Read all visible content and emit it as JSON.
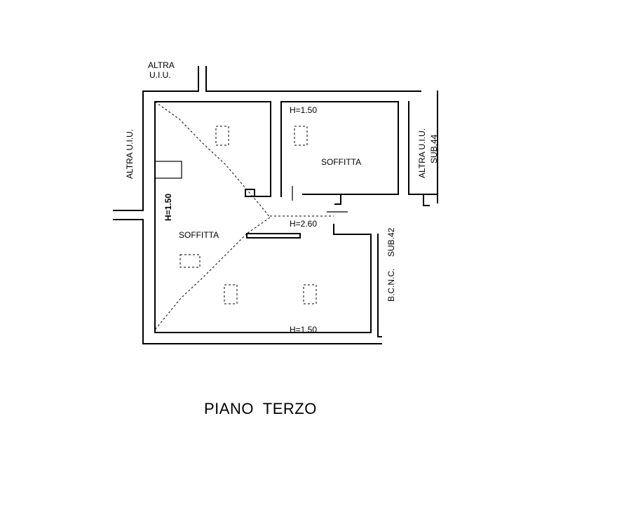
{
  "labels": {
    "altra_top_line1": "ALTRA",
    "altra_top_line2": "U.I.U.",
    "altra_left": "ALTRA U.I.U.",
    "altra_right_line1": "ALTRA U.I.U.",
    "altra_right_line2": "SUB.44",
    "bcnc_line1": "B.C.N.C.",
    "bcnc_line2": "SUB.42",
    "h_top": "H=1.50",
    "h_left": "H=1.50",
    "h_center": "H=2.60",
    "h_bottom": "H=1.50",
    "soffitta_right": "SOFFITTA",
    "soffitta_left": "SOFFITTA"
  },
  "title": "PIANO  TERZO"
}
